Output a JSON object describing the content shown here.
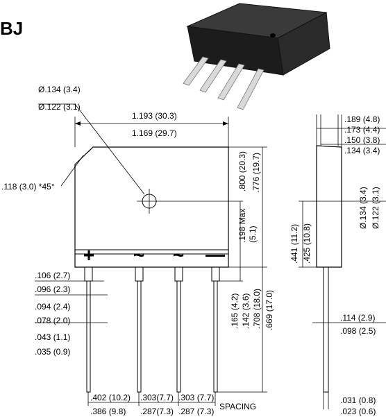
{
  "package_name": "BJ",
  "front_view": {
    "hole_dia_max": "Ø.134 (3.4)",
    "hole_dia_min": "Ø.122 (3.1)",
    "body_width_max": "1.193 (30.3)",
    "body_width_min": "1.169 (29.7)",
    "chamfer": ".118 (3.0) *45°",
    "pin_labels": [
      "+",
      "~",
      "~",
      "—"
    ],
    "lead_width_max": ".106 (2.7)",
    "lead_width_min": ".096 (2.3)",
    "lead_dim2_max": ".094 (2.4)",
    "lead_dim2_min": ".078 (2.0)",
    "lead_thick_max": ".043 (1.1)",
    "lead_thick_min": ".035 (0.9)",
    "hole_to_edge": ".198 Max",
    "hole_to_edge_mm": "(5.1)",
    "body_height_max": ".800 (20.3)",
    "body_height_min": ".776 (19.7)",
    "standoff_max": ".165 (4.2)",
    "standoff_min": ".142 (3.6)",
    "lead_len_max": ".708 (18.0)",
    "lead_len_min": ".669 (17.0)",
    "spacing1_max": ".402 (10.2)",
    "spacing1_min": ".386 (9.8)",
    "spacing2_max": ".303(7.7)",
    "spacing2_min": ".287(7.3)",
    "spacing3_max": ".303 (7.7)",
    "spacing3_min": ".287 (7.3)",
    "spacing_label": "SPACING"
  },
  "side_view": {
    "thick1_max": ".189 (4.8)",
    "thick1_min": ".173 (4.4)",
    "thick2_max": ".150 (3.8)",
    "thick2_min": ".134 (3.4)",
    "hole_height_max": ".441 (11.2)",
    "hole_height_min": ".425 (10.8)",
    "hole_dia_max": "Ø.134 (3.4)",
    "hole_dia_min": "Ø.122 (3.1)",
    "lead_w_max": ".114 (2.9)",
    "lead_w_min": ".098 (2.5)",
    "lead_t_max": ".031 (0.8)",
    "lead_t_min": ".023 (0.6)"
  },
  "colors": {
    "line": "#000000",
    "background": "#ffffff",
    "body_3d": "#1c1c1c",
    "lead_3d": "#d9d9d9"
  }
}
